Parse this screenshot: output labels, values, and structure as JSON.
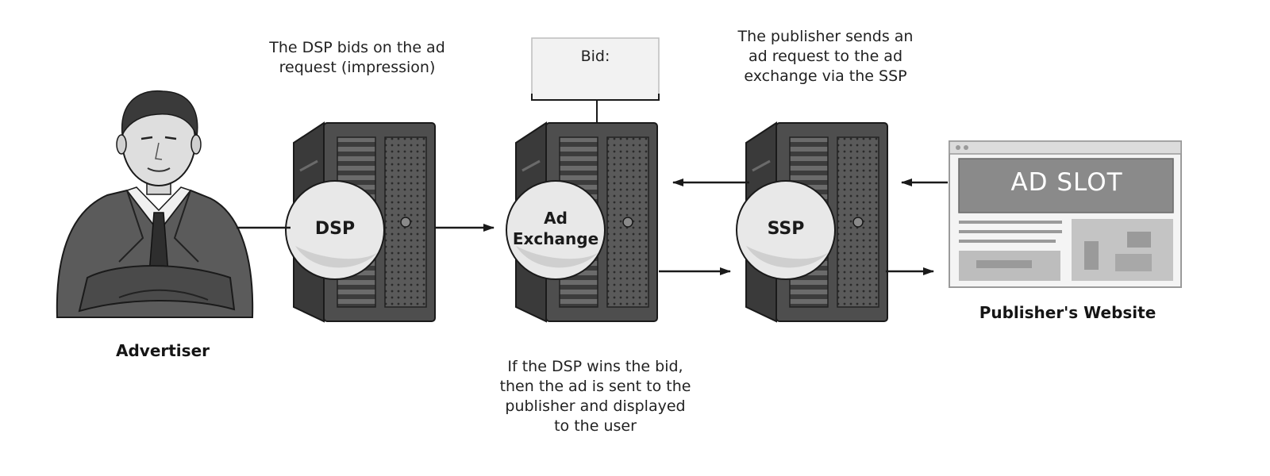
{
  "advertiser": {
    "label": "Advertiser"
  },
  "dsp": {
    "badge": "DSP",
    "caption": "The DSP bids on the ad\nrequest (impression)"
  },
  "exchange": {
    "badge": "Ad\nExchange",
    "bid_label": "Bid:",
    "caption": "If the DSP wins the bid,\nthen the ad is sent to the\npublisher and displayed\nto the user"
  },
  "ssp": {
    "badge": "SSP",
    "caption": "The publisher sends an\nad request to the ad\nexchange via the SSP"
  },
  "publisher": {
    "label": "Publisher's Website",
    "ad_slot": "AD SLOT"
  },
  "colors": {
    "server": "#4a4a4a",
    "badge": "#e6e6e6",
    "ad_slot": "#8a8a8a",
    "bid_box": "#f2f2f2"
  }
}
